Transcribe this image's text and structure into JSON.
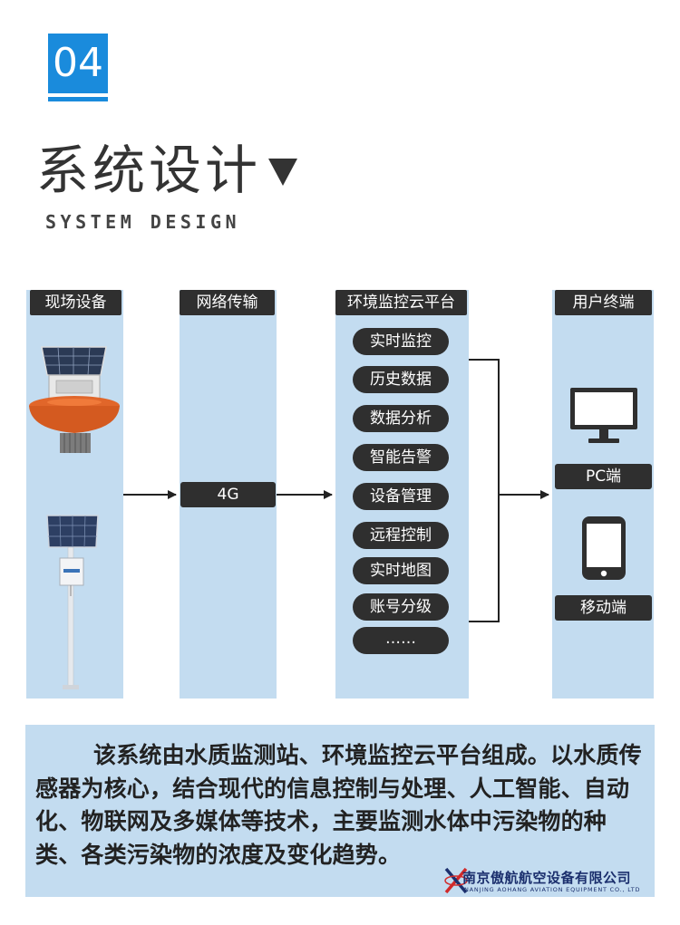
{
  "section_number": "04",
  "title": "系统设计",
  "subtitle": "SYSTEM DESIGN",
  "columns": {
    "field": "现场设备",
    "network": "网络传输",
    "platform": "环境监控云平台",
    "user": "用户终端"
  },
  "network_label": "4G",
  "platform_items": [
    "实时监控",
    "历史数据",
    "数据分析",
    "智能告警",
    "设备管理",
    "远程控制",
    "实时地图",
    "账号分级",
    "……"
  ],
  "terminals": {
    "pc": "PC端",
    "mobile": "移动端"
  },
  "description": "该系统由水质监测站、环境监控云平台组成。以水质传感器为核心，结合现代的信息控制与处理、人工智能、自动化、物联网及多媒体等技术，主要监测水体中污染物的种类、各类污染物的浓度及变化趋势。",
  "watermark": {
    "company": "南京傲航航空设备有限公司",
    "company_en": "NANJING AOHANG AVIATION EQUIPMENT CO., LTD"
  },
  "colors": {
    "accent": "#1a8bdc",
    "panel": "#c3dcf0",
    "dark": "#2f2f2f"
  }
}
